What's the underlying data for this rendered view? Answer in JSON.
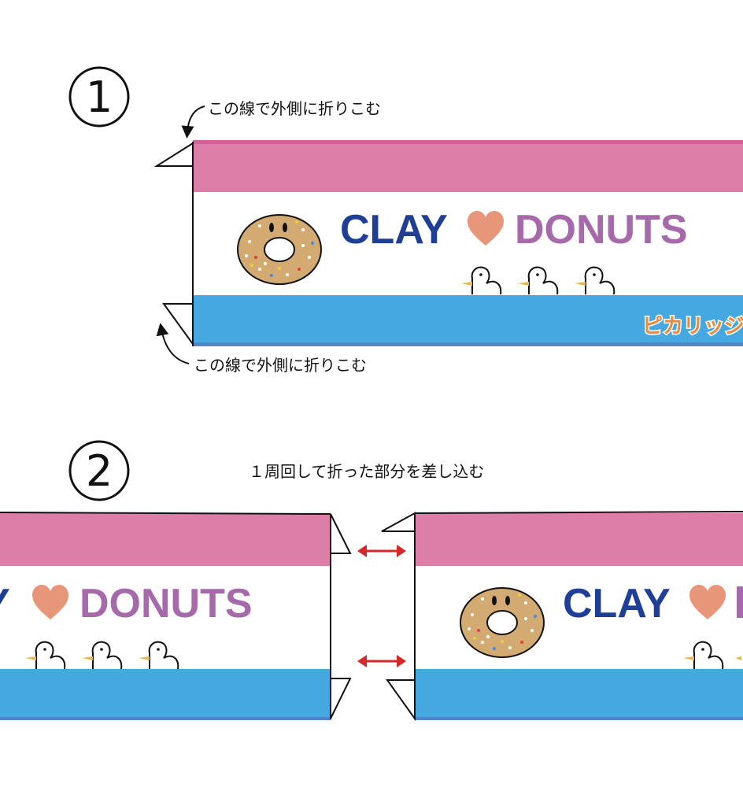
{
  "step1": {
    "number": "1",
    "fold_note_top": "この線で外側に折りこむ",
    "fold_note_bottom": "この線で外側に折りこむ"
  },
  "step2": {
    "number": "2",
    "instruction": "１周回して折った部分を差し込む"
  },
  "banner": {
    "word_clay": "CLAY",
    "word_donuts": "DONUTS",
    "heart_icon": "heart-icon",
    "logo_text": "ピカリッジ",
    "duck_count": 3
  },
  "colors": {
    "pink_band": "#dd7ea8",
    "pink_edge": "#d4609a",
    "blue_band": "#45a8e0",
    "blue_edge": "#4f86c8",
    "clay_blue": "#1f3f97",
    "donuts_purple": "#a66aab",
    "heart": "#e8967a",
    "donut_body": "#d3ab72",
    "logo_orange": "#e8893b",
    "arrow_red": "#d6282a",
    "duck_beak": "#e9b84a"
  }
}
